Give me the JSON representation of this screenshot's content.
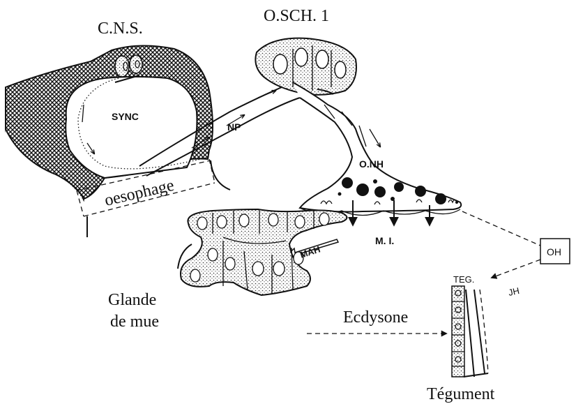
{
  "labels": {
    "cns": "C.N.S.",
    "osch": "O.SCH. 1",
    "sync": "SYNC",
    "np": "NP",
    "oesophage": "oesophage",
    "onh": "O.NH",
    "mi": "M. I.",
    "mah": "MAH",
    "oh": "OH",
    "teg": "TEG.",
    "jh": "JH",
    "glande": "Glande",
    "demue": "de mue",
    "ecdysone": "Ecdysone",
    "tegument": "Tégument"
  }
}
